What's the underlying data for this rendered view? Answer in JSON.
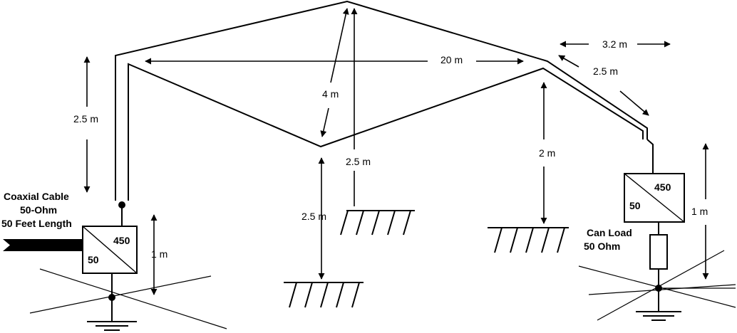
{
  "labels": {
    "dim_2_5_left": "2.5 m",
    "dim_20": "20 m",
    "dim_4": "4 m",
    "dim_2_5_center": "2.5 m",
    "dim_2_5_low": "2.5 m",
    "dim_3_2": "3.2 m",
    "dim_2_5_right": "2.5 m",
    "dim_2_right": "2 m",
    "dim_1_left": "1 m",
    "dim_1_right": "1 m"
  },
  "coax": {
    "line1": "Coaxial Cable",
    "line2": "50-Ohm",
    "line3": "50 Feet Length"
  },
  "transformer_left": {
    "high": "450",
    "low": "50"
  },
  "transformer_right": {
    "high": "450",
    "low": "50"
  },
  "load": {
    "line1": "Can Load",
    "line2": "50 Ohm"
  }
}
